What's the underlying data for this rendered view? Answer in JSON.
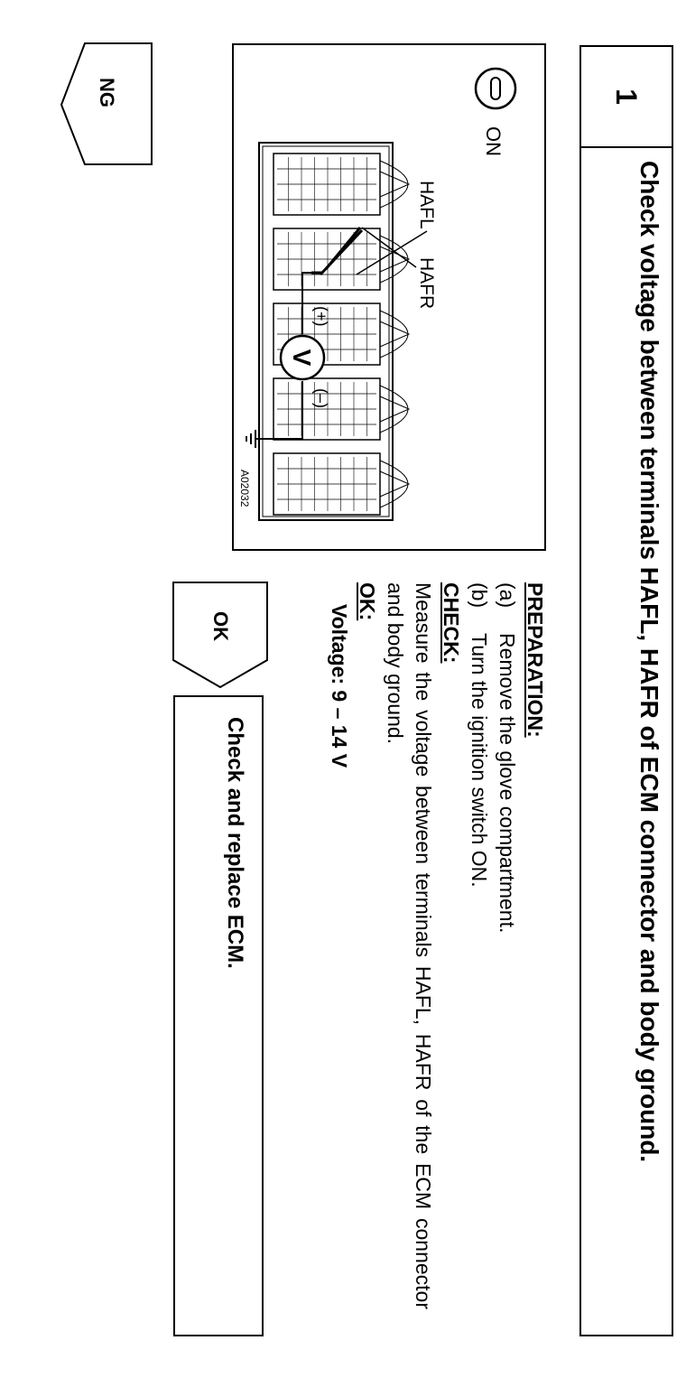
{
  "step": {
    "number": "1",
    "title": "Check voltage between terminals HAFL, HAFR of ECM connector and body ground."
  },
  "diagram": {
    "switch_label": "ON",
    "terminal_left": "HAFL",
    "terminal_right": "HAFR",
    "meter_symbol": "V",
    "plus_label": "(+)",
    "minus_label": "(–)",
    "figure_code": "A02032",
    "icons": [
      "ignition-key-icon",
      "voltmeter-icon",
      "ground-symbol-icon",
      "ecm-connector-icon"
    ]
  },
  "instructions": {
    "preparation_heading": "PREPARATION:",
    "items": [
      {
        "label": "(a)",
        "text": "Remove the glove compartment."
      },
      {
        "label": "(b)",
        "text": "Turn the ignition switch ON."
      }
    ],
    "check_heading": "CHECK:",
    "check_text": "Measure the voltage between terminals HAFL, HAFR of the ECM connector and body ground.",
    "ok_heading": "OK:",
    "spec": "Voltage: 9 – 14 V"
  },
  "results": {
    "ok_label": "OK",
    "ok_action": "Check and replace ECM.",
    "ng_label": "NG"
  }
}
